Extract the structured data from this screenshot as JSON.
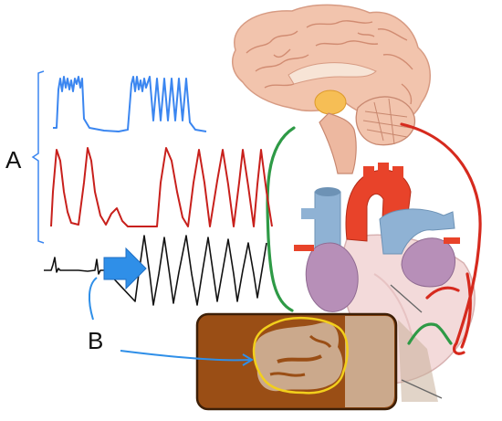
{
  "labels": {
    "a": "A",
    "b": "B"
  },
  "colors": {
    "calcium_trace": "#3b86f0",
    "action_potential_trace": "#c8201c",
    "ecg_trace": "#111111",
    "arrow": "#2f8fe8",
    "nerve_parasympathetic": "#2e9a46",
    "nerve_sympathetic": "#d62a1e",
    "aorta": "#e8432a",
    "vena_cava": "#8fb2d4",
    "atrium": "#b78fb8",
    "heart_wall": "#f3dada",
    "brain": "#f2c4ad",
    "tissue_box": "#9a4e15",
    "scar_outline": "#f2cf1c"
  },
  "icons": [
    "brain-illustration",
    "heart-illustration",
    "tissue-section",
    "scar-outline",
    "arrow-icon"
  ]
}
